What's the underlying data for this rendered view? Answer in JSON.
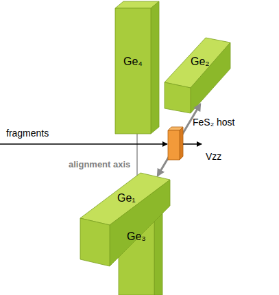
{
  "diagram": {
    "nodes": [
      {
        "text": [
          "Ge₄"
        ]
      },
      {
        "text": [
          "Ge₂"
        ]
      },
      {
        "text": [
          "FeS₂ host"
        ]
      },
      {
        "text": [
          "Ge₁"
        ]
      },
      {
        "text": [
          "Ge₃"
        ]
      }
    ],
    "labels": [
      "fragments",
      "Vzz",
      "alignment axis"
    ]
  }
}
